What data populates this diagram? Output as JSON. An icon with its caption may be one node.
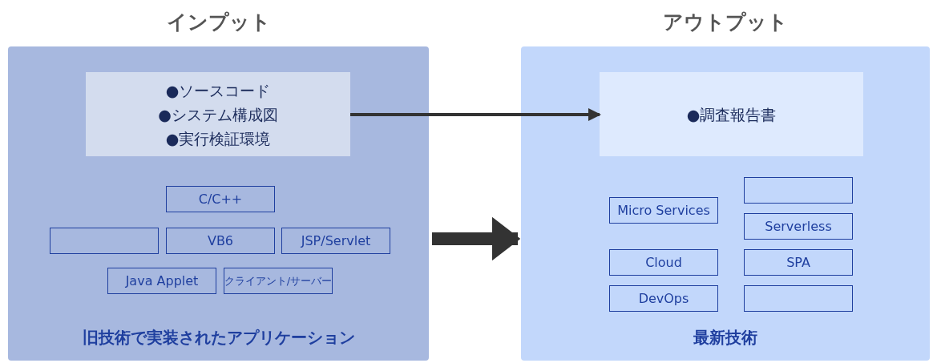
{
  "diagram": {
    "nodes": [
      {
        "text": [
          "インプット",
          "旧技術で実装されたアプリケーション"
        ]
      },
      {
        "text": [
          "●ソースコード",
          "●システム構成図",
          "●実行検証環境"
        ],
        "in": 0
      },
      {
        "text": [
          "C/C++"
        ],
        "in": 0
      },
      {
        "text": [],
        "shape": "box",
        "in": 0
      },
      {
        "text": [
          "VB6"
        ],
        "in": 0
      },
      {
        "text": [
          "JSP/Servlet"
        ],
        "in": 0
      },
      {
        "text": [
          "Java Applet"
        ],
        "in": 0
      },
      {
        "text": [
          "クライアント/サーバー"
        ],
        "in": 0
      },
      {
        "text": [
          "アウトプット",
          "最新技術"
        ]
      },
      {
        "text": [
          "●調査報告書"
        ],
        "in": 8
      },
      {
        "text": [
          "Micro Services"
        ],
        "in": 8
      },
      {
        "text": [],
        "shape": "box",
        "in": 8
      },
      {
        "text": [
          "Serverless"
        ],
        "in": 8
      },
      {
        "text": [
          "Cloud"
        ],
        "in": 8
      },
      {
        "text": [
          "SPA"
        ],
        "in": 8
      },
      {
        "text": [
          "DevOps"
        ],
        "in": 8
      },
      {
        "text": [],
        "shape": "box",
        "in": 8
      }
    ],
    "edges": [
      {
        "from": 1,
        "to": 9,
        "arrow": "to"
      },
      {
        "from": 0,
        "to": 8,
        "arrow": "to",
        "style": "thick"
      }
    ]
  }
}
